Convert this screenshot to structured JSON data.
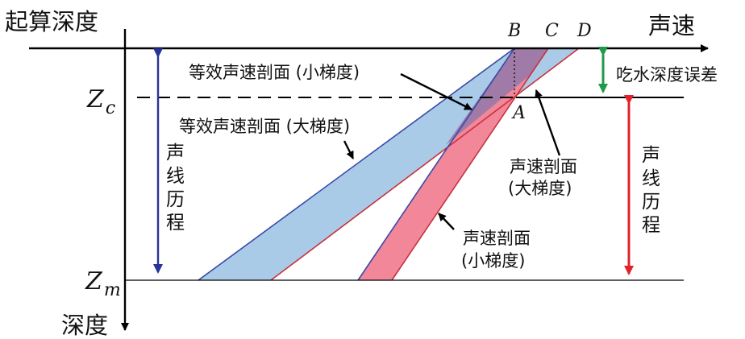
{
  "axes": {
    "y_axis_top_label": "起算深度",
    "x_axis_label": "声速",
    "y_axis_bottom_label": "深度",
    "zc_label": {
      "main": "Z",
      "sub": "c"
    },
    "zm_label": {
      "main": "Z",
      "sub": "m"
    }
  },
  "points": {
    "b": "B",
    "c": "C",
    "d": "D",
    "a": "A"
  },
  "annotations": {
    "equiv_small": "等效声速剖面 (小梯度)",
    "equiv_large": "等效声速剖面 (大梯度)",
    "profile_large_line1": "声速剖面",
    "profile_large_line2": "(大梯度)",
    "profile_small_line1": "声速剖面",
    "profile_small_line2": "(小梯度)",
    "draft_error": "吃水深度误差",
    "ray_path_left": [
      "声",
      "线",
      "历",
      "程"
    ],
    "ray_path_right": [
      "声",
      "线",
      "历",
      "程"
    ]
  },
  "colors": {
    "blue_fill": "#a9cbe8",
    "red_fill": "#f2879a",
    "overlap_fill": "#9b7aa8",
    "blue_line": "#3a4aa8",
    "red_line": "#c8323c",
    "green_arrow": "#1f9a4a",
    "red_arrow": "#e0232b",
    "navy_arrow": "#27339a"
  }
}
